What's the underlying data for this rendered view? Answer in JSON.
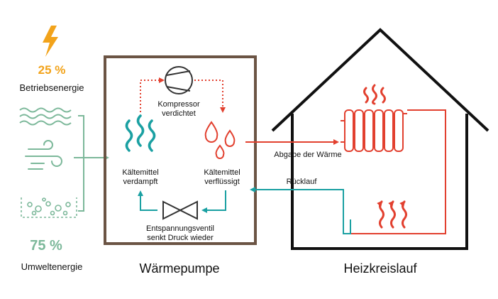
{
  "energy": {
    "electric_percent": "25 %",
    "electric_label": "Betriebsenergie",
    "ambient_percent": "75 %",
    "ambient_label": "Umweltenergie"
  },
  "heat_pump": {
    "title": "Wärmepumpe",
    "compressor_line1": "Kompressor",
    "compressor_line2": "verdichtet",
    "evap_line1": "Kältemittel",
    "evap_line2": "verdampft",
    "cond_line1": "Kältemittel",
    "cond_line2": "verflüssigt",
    "valve_line1": "Entspannungsventil",
    "valve_line2": "senkt Druck wieder"
  },
  "heating": {
    "title": "Heizkreislauf",
    "supply_label": "Abgabe der Wärme",
    "return_label": "Rücklauf"
  },
  "icons": [
    "lightning-icon",
    "water-waves-icon",
    "wind-icon",
    "ground-icon",
    "heat-waves-icon",
    "compressor-icon",
    "droplets-icon",
    "expansion-valve-icon",
    "radiator-icon",
    "floor-heating-icon",
    "house-outline"
  ],
  "colors": {
    "electric": "#f2a31b",
    "ambient": "#7cb89a",
    "teal": "#1aa0a2",
    "red": "#e2402f",
    "box": "#6b5444",
    "dark": "#222222"
  }
}
